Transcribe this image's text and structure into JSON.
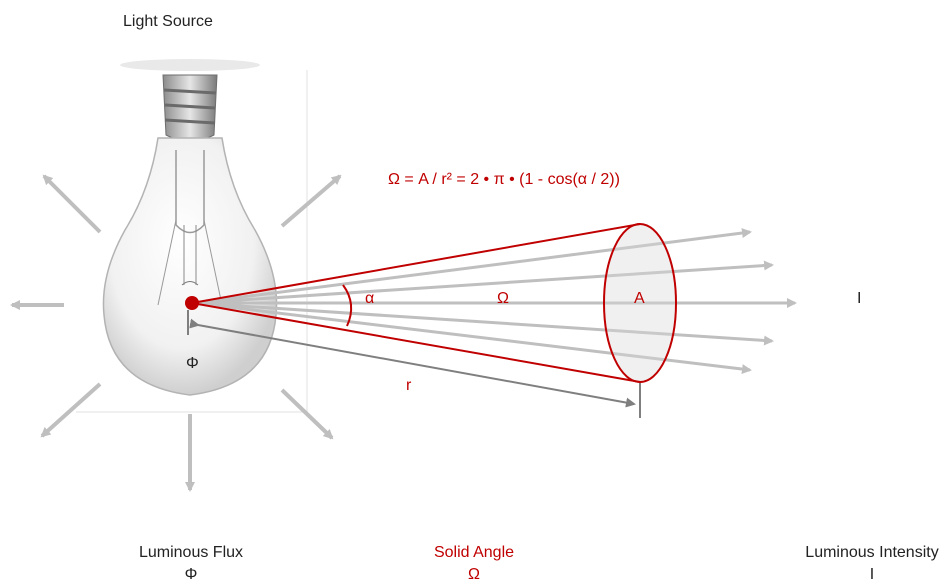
{
  "title": "Light Source",
  "formula": "Ω = A / r² = 2 • π • (1 - cos(α / 2))",
  "symbols": {
    "alpha": "α",
    "omega": "Ω",
    "area": "A",
    "radius": "r",
    "intensity": "I",
    "flux": "Φ"
  },
  "captions": [
    {
      "name": "Luminous Flux",
      "symbol": "Φ"
    },
    {
      "name": "Solid Angle",
      "symbol": "Ω"
    },
    {
      "name": "Luminous Intensity",
      "symbol": "I"
    }
  ],
  "colors": {
    "accent": "#c00000",
    "arrow": "#bfbfbf",
    "text": "#222222",
    "dimension": "#7f7f7f"
  }
}
